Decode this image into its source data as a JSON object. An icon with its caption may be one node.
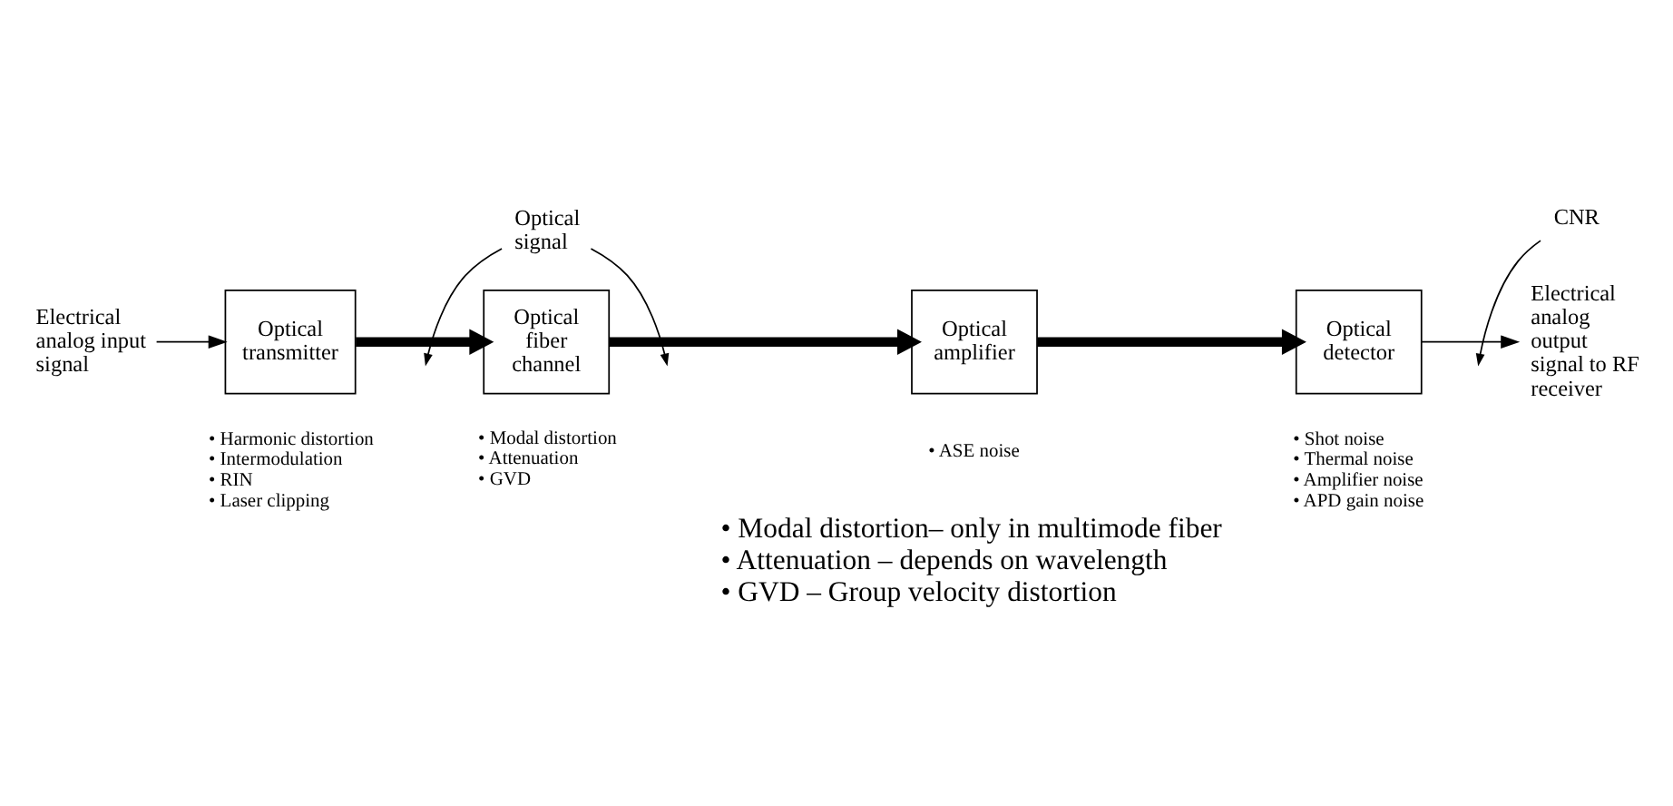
{
  "diagram": {
    "nodes": [
      {
        "text": [
          "Electrical analog input signal"
        ]
      },
      {
        "text": [
          "Optical transmitter"
        ],
        "beside": [
          "• Harmonic distortion",
          "• Intermodulation",
          "• RIN",
          "• Laser clipping"
        ]
      },
      {
        "text": [
          "Optical fiber channel"
        ],
        "beside": [
          "• Modal distortion",
          "• Attenuation",
          "• GVD"
        ]
      },
      {
        "text": [
          "Optical amplifier"
        ],
        "beside": [
          "• ASE noise"
        ]
      },
      {
        "text": [
          "Optical detector"
        ],
        "beside": [
          "• Shot noise",
          "• Thermal noise",
          "• Amplifier noise",
          "• APD gain noise"
        ]
      },
      {
        "text": [
          "Electrical analog output signal to RF receiver"
        ]
      },
      {
        "text": [
          "Optical signal"
        ]
      },
      {
        "text": [
          "CNR"
        ]
      }
    ],
    "edges": [
      {
        "from": 0,
        "to": 1,
        "arrow": "to"
      },
      {
        "from": 1,
        "to": 2,
        "arrow": "to",
        "style": "thick"
      },
      {
        "from": 2,
        "to": 3,
        "arrow": "to",
        "style": "thick"
      },
      {
        "from": 3,
        "to": 4,
        "arrow": "to",
        "style": "thick"
      },
      {
        "from": 4,
        "to": 5,
        "arrow": "to"
      },
      {
        "from": 6,
        "to": null,
        "arrow": "to"
      },
      {
        "from": 6,
        "to": null,
        "arrow": "to"
      },
      {
        "from": 7,
        "to": null,
        "arrow": "to"
      }
    ],
    "labels": [
      "• Modal distortion– only in multimode fiber",
      "• Attenuation – depends on wavelength",
      "• GVD – Group velocity distortion"
    ]
  }
}
